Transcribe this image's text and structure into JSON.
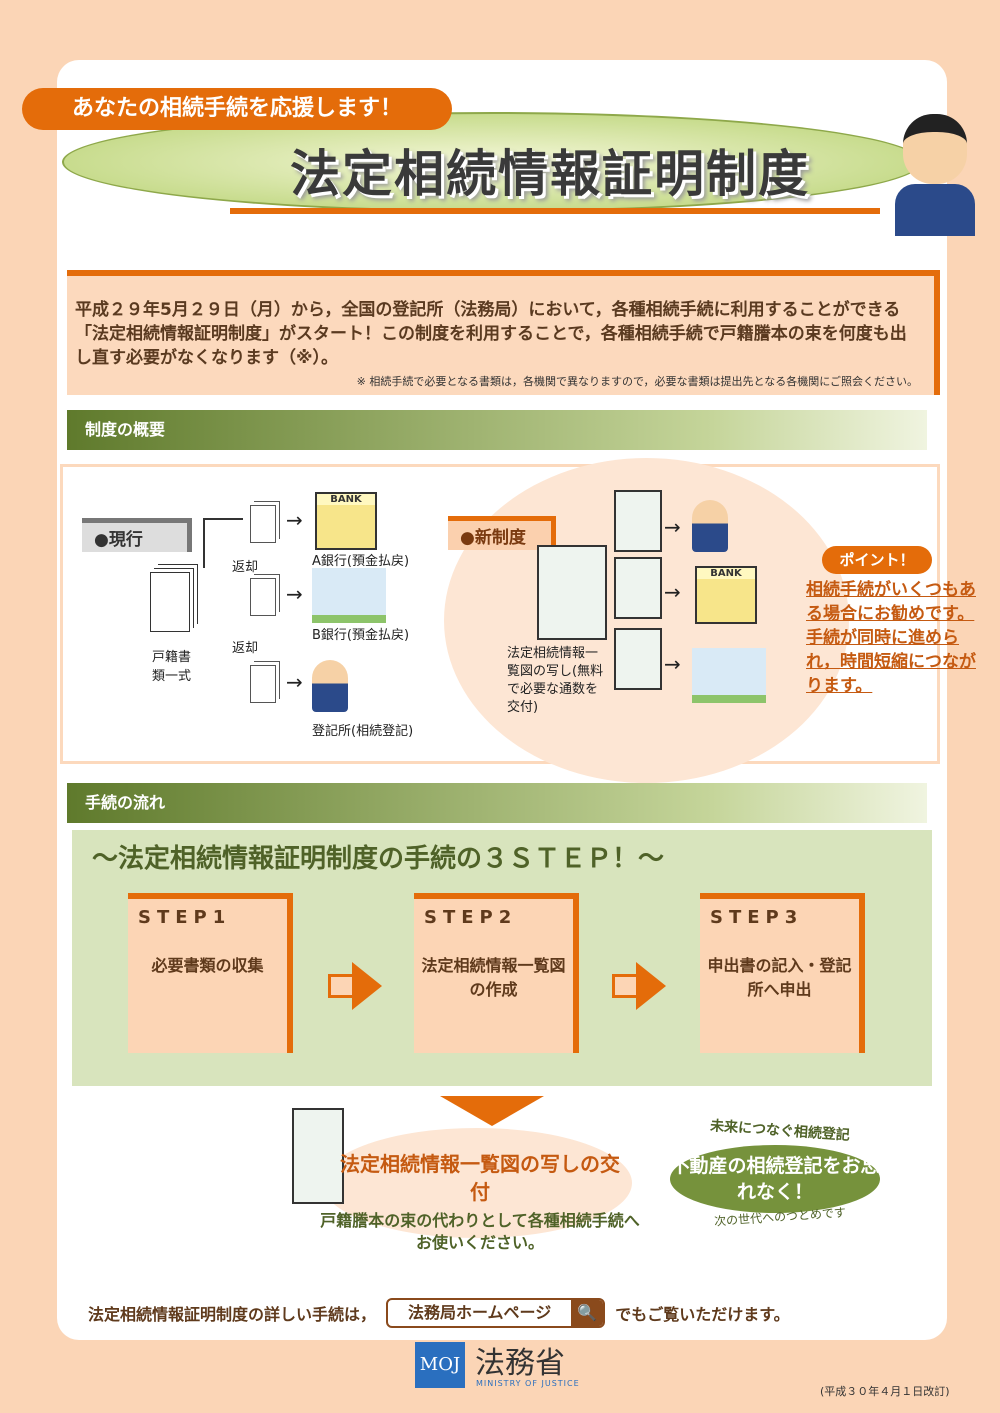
{
  "header": {
    "tagline": "あなたの相続手続を応援します！",
    "title": "法定相続情報証明制度"
  },
  "intro": {
    "text": "平成２９年5月２９日（月）から，全国の登記所（法務局）において，各種相続手続に利用することができる「法定相続情報証明制度」がスタート！この制度を利用することで，各種相続手続で戸籍謄本の束を何度も出し直す必要がなくなります（※）。",
    "note": "※ 相続手続で必要となる書類は，各機関で異なりますので，必要な書類は提出先となる各機関にご照会ください。"
  },
  "overview": {
    "heading": "制度の概要",
    "current_tag": "●現行",
    "new_tag": "●新制度",
    "docs_label": "戸籍書類一式",
    "return_label": "返却",
    "bank_a": "A銀行(預金払戻)",
    "bank_b": "B銀行(預金払戻)",
    "registry": "登記所(相続登記)",
    "bank_sign": "BANK",
    "sheet_label": "法定相続情報一覧図の写し(無料で必要な通数を交付)",
    "point_tag": "ポイント！",
    "point_text": "相続手続がいくつもある場合にお勧めです。手続が同時に進められ，時間短縮につながります。"
  },
  "flow": {
    "heading": "手続の流れ",
    "title": "～法定相続情報証明制度の手続の３ＳＴＥＰ！～",
    "steps": [
      {
        "label": "STEP1",
        "text": "必要書類の収集"
      },
      {
        "label": "STEP2",
        "text": "法定相続情報一覧図の作成"
      },
      {
        "label": "STEP3",
        "text": "申出書の記入・登記所へ申出"
      }
    ],
    "delivery_title": "法定相続情報一覧図の写しの交付",
    "delivery_sub": "戸籍謄本の束の代わりとして各種相続手続へお使いください。"
  },
  "bubble": {
    "top": "未来につなぐ相続登記",
    "main": "不動産の相続登記をお忘れなく！",
    "bottom": "次の世代へのつとめです"
  },
  "footer": {
    "prefix": "法定相続情報証明制度の詳しい手続は，",
    "search_text": "法務局ホームページ",
    "suffix": "でもご覧いただけます。"
  },
  "logo": {
    "mark": "MOJ",
    "name": "法務省",
    "english": "MINISTRY OF JUSTICE"
  },
  "revision": "(平成３０年４月１日改訂)",
  "colors": {
    "orange": "#e46c0a",
    "green": "#76923c",
    "peach": "#fbd5b6"
  }
}
